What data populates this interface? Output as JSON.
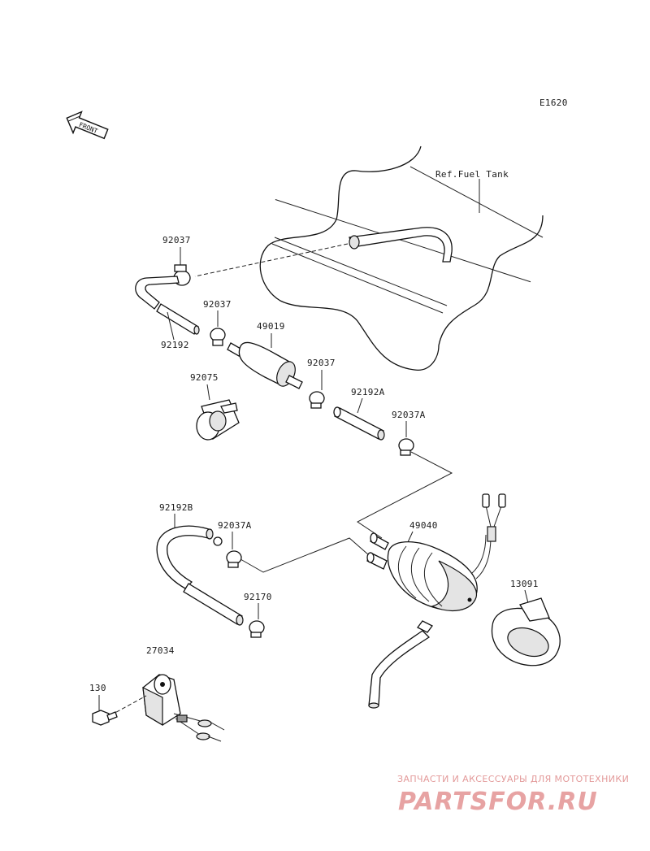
{
  "diagram_code": "E1620",
  "ref_label": "Ref.Fuel Tank",
  "front_label": "FRONT",
  "parts": {
    "clamp_top": "92037",
    "hose_top": "92192",
    "clamp_mid": "92037",
    "filter": "49019",
    "clamp_filter_out": "92037",
    "holder": "92075",
    "hose_a": "92192A",
    "clamp_a": "92037A",
    "hose_b": "92192B",
    "clamp_a2": "92037A",
    "pump": "49040",
    "damper": "13091",
    "clamp_92170": "92170",
    "relay": "27034",
    "bolt": "130"
  },
  "watermark": {
    "tagline": "ЗАПЧАСТИ И АКСЕССУАРЫ ДЛЯ МОТОТЕХНИКИ",
    "logo": "PARTSFOR.RU"
  }
}
